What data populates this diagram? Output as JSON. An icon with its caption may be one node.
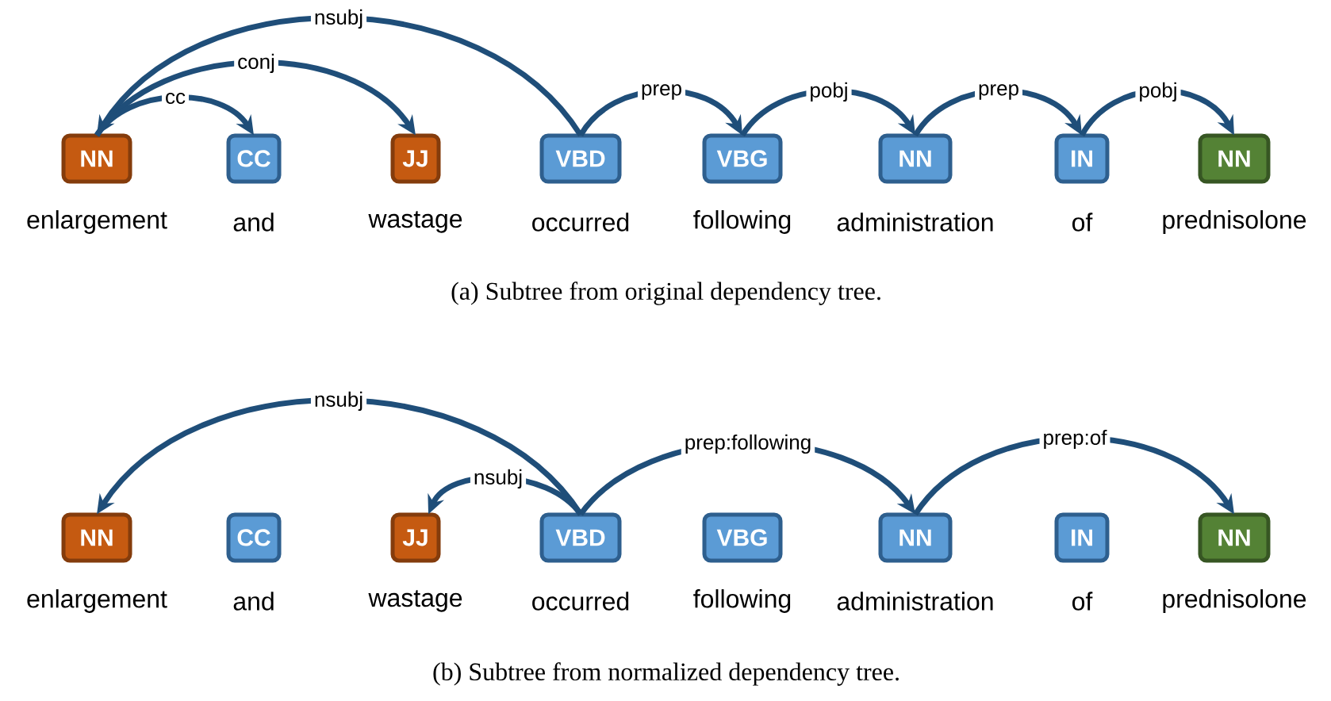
{
  "diagram": {
    "nodes": [
      {
        "text": [
          "NN"
        ],
        "beside": [
          "enlargement"
        ]
      },
      {
        "text": [
          "CC"
        ],
        "beside": [
          "and"
        ]
      },
      {
        "text": [
          "JJ"
        ],
        "beside": [
          "wastage"
        ]
      },
      {
        "text": [
          "VBD"
        ],
        "beside": [
          "occurred"
        ]
      },
      {
        "text": [
          "VBG"
        ],
        "beside": [
          "following"
        ]
      },
      {
        "text": [
          "NN"
        ],
        "beside": [
          "administration"
        ]
      },
      {
        "text": [
          "IN"
        ],
        "beside": [
          "of"
        ]
      },
      {
        "text": [
          "NN"
        ],
        "beside": [
          "prednisolone"
        ]
      },
      {
        "text": [
          "NN"
        ],
        "beside": [
          "enlargement"
        ]
      },
      {
        "text": [
          "CC"
        ],
        "beside": [
          "and"
        ]
      },
      {
        "text": [
          "JJ"
        ],
        "beside": [
          "wastage"
        ]
      },
      {
        "text": [
          "VBD"
        ],
        "beside": [
          "occurred"
        ]
      },
      {
        "text": [
          "VBG"
        ],
        "beside": [
          "following"
        ]
      },
      {
        "text": [
          "NN"
        ],
        "beside": [
          "administration"
        ]
      },
      {
        "text": [
          "IN"
        ],
        "beside": [
          "of"
        ]
      },
      {
        "text": [
          "NN"
        ],
        "beside": [
          "prednisolone"
        ]
      }
    ],
    "edges": [
      {
        "from": 3,
        "to": 0,
        "arrow": "to",
        "label": "nsubj"
      },
      {
        "from": 0,
        "to": 2,
        "arrow": "to",
        "label": "conj"
      },
      {
        "from": 0,
        "to": 1,
        "arrow": "to",
        "label": "cc"
      },
      {
        "from": 3,
        "to": 4,
        "arrow": "to",
        "label": "prep"
      },
      {
        "from": 4,
        "to": 5,
        "arrow": "to",
        "label": "pobj"
      },
      {
        "from": 5,
        "to": 6,
        "arrow": "to",
        "label": "prep"
      },
      {
        "from": 6,
        "to": 7,
        "arrow": "to",
        "label": "pobj"
      },
      {
        "from": 11,
        "to": 8,
        "arrow": "to",
        "label": "nsubj"
      },
      {
        "from": 11,
        "to": 10,
        "arrow": "to",
        "label": "nsubj"
      },
      {
        "from": 11,
        "to": 13,
        "arrow": "to",
        "label": "prep:following"
      },
      {
        "from": 13,
        "to": 15,
        "arrow": "to",
        "label": "prep:of"
      }
    ],
    "labels": [
      "(a) Subtree from original dependency tree.",
      "(b) Subtree from normalized dependency tree."
    ]
  }
}
